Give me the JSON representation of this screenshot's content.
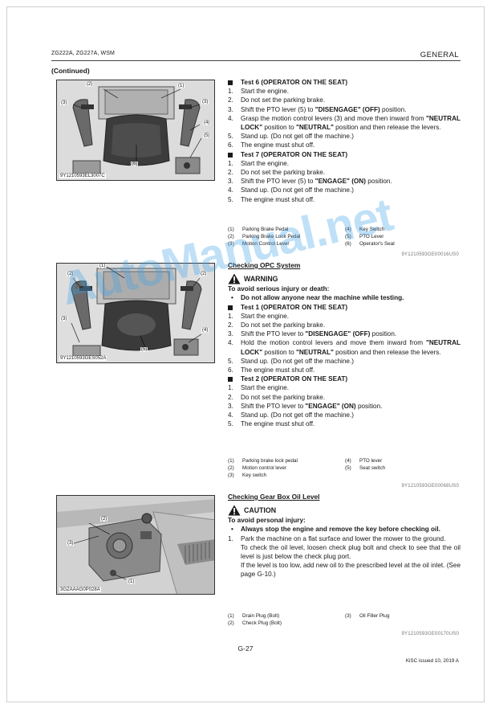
{
  "header": {
    "models": "ZG222A, ZG227A, WSM",
    "section": "GENERAL"
  },
  "continued": "(Continued)",
  "figures": [
    {
      "code": "9Y1210593EL3007C",
      "callouts": [
        "(2)",
        "(1)",
        "(3)",
        "(3)",
        "(4)",
        "(6)",
        "(5)"
      ]
    },
    {
      "code": "9Y1210593GES052A",
      "callouts": [
        "(1)",
        "(2)",
        "(2)",
        "(3)",
        "(4)",
        "(5)"
      ]
    },
    {
      "code": "3GZAAAG0P028A",
      "callouts": [
        "(2)",
        "(3)",
        "(1)"
      ]
    }
  ],
  "block1": {
    "test6": {
      "title": "Test 6 (OPERATOR ON THE SEAT)",
      "steps": [
        {
          "n": "1.",
          "pre": "Start the engine.",
          "b1": "",
          "mid": "",
          "b2": "",
          "post": ""
        },
        {
          "n": "2.",
          "pre": "Do not set the parking brake.",
          "b1": "",
          "mid": "",
          "b2": "",
          "post": ""
        },
        {
          "n": "3.",
          "pre": "Shift the PTO lever (5) to ",
          "b1": "\"DISENGAGE\" (OFF)",
          "mid": " position.",
          "b2": "",
          "post": ""
        },
        {
          "n": "4.",
          "pre": "Grasp the motion control levers (3) and move then inward from ",
          "b1": "\"NEUTRAL LOCK\"",
          "mid": " position to ",
          "b2": "\"NEUTRAL\"",
          "post": " position and then release the levers."
        },
        {
          "n": "5.",
          "pre": "Stand up. (Do not get off the machine.)",
          "b1": "",
          "mid": "",
          "b2": "",
          "post": ""
        },
        {
          "n": "6.",
          "pre": "The engine must shut off.",
          "b1": "",
          "mid": "",
          "b2": "",
          "post": ""
        }
      ]
    },
    "test7": {
      "title": "Test 7 (OPERATOR ON THE SEAT)",
      "steps": [
        {
          "n": "1.",
          "pre": "Start the engine.",
          "b1": "",
          "mid": ""
        },
        {
          "n": "2.",
          "pre": "Do not set the parking brake.",
          "b1": "",
          "mid": ""
        },
        {
          "n": "3.",
          "pre": "Shift the PTO lever (5) to ",
          "b1": "\"ENGAGE\" (ON)",
          "mid": " position."
        },
        {
          "n": "4.",
          "pre": "Stand up. (Do not get off the machine.)",
          "b1": "",
          "mid": ""
        },
        {
          "n": "5.",
          "pre": "The engine must shut off.",
          "b1": "",
          "mid": ""
        }
      ]
    },
    "legend": [
      [
        "(1)",
        "Parking Brake Pedal",
        "(4)",
        "Key Switch"
      ],
      [
        "(2)",
        "Parking Brake Lock Pedal",
        "(5)",
        "PTO Lever"
      ],
      [
        "(3)",
        "Motion Control Lever",
        "(6)",
        "Operator's Seat"
      ]
    ],
    "ref": "9Y1210593GE00016US0"
  },
  "block2": {
    "title": "Checking OPC System",
    "warning": "WARNING",
    "avoid": "To avoid serious injury or death:",
    "bullet": "Do not allow anyone near the machine while testing.",
    "test1": {
      "title": "Test 1 (OPERATOR ON THE SEAT)",
      "steps": [
        {
          "n": "1.",
          "pre": "Start the engine.",
          "b1": "",
          "mid": "",
          "b2": "",
          "post": ""
        },
        {
          "n": "2.",
          "pre": "Do not set the parking brake.",
          "b1": "",
          "mid": "",
          "b2": "",
          "post": ""
        },
        {
          "n": "3.",
          "pre": "Shift the PTO lever to ",
          "b1": "\"DISENGAGE\" (OFF)",
          "mid": " position.",
          "b2": "",
          "post": ""
        },
        {
          "n": "4.",
          "pre": "Hold the motion control levers and move them inward from ",
          "b1": "\"NEUTRAL LOCK\"",
          "mid": " position to ",
          "b2": "\"NEUTRAL\"",
          "post": " position and then release the levers."
        },
        {
          "n": "5.",
          "pre": "Stand up. (Do not get off the machine.)",
          "b1": "",
          "mid": "",
          "b2": "",
          "post": ""
        },
        {
          "n": "6.",
          "pre": "The engine must shut off.",
          "b1": "",
          "mid": "",
          "b2": "",
          "post": ""
        }
      ]
    },
    "test2": {
      "title": "Test 2 (OPERATOR ON THE SEAT)",
      "steps": [
        {
          "n": "1.",
          "pre": "Start the engine.",
          "b1": "",
          "mid": ""
        },
        {
          "n": "2.",
          "pre": "Do not set the parking brake.",
          "b1": "",
          "mid": ""
        },
        {
          "n": "3.",
          "pre": "Shift the PTO lever to ",
          "b1": "\"ENGAGE\" (ON)",
          "mid": " position."
        },
        {
          "n": "4.",
          "pre": "Stand up. (Do not get off the machine.)",
          "b1": "",
          "mid": ""
        },
        {
          "n": "5.",
          "pre": "The engine must shut off.",
          "b1": "",
          "mid": ""
        }
      ]
    },
    "legend": [
      [
        "(1)",
        "Parking brake lock pedal",
        "(4)",
        "PTO lever"
      ],
      [
        "(2)",
        "Motion control lever",
        "(5)",
        "Seat switch"
      ],
      [
        "(3)",
        "Key switch",
        "",
        ""
      ]
    ],
    "ref": "9Y1210593GE00068US0"
  },
  "block3": {
    "title": "Checking Gear Box Oil Level",
    "caution": "CAUTION",
    "avoid": "To avoid personal injury:",
    "bullet": "Always stop the engine and remove the key before checking oil.",
    "step_n": "1.",
    "lines": [
      "Park the machine on a flat surface and lower the mower to the ground.",
      "To check the oil level, loosen check plug bolt and check to see that the oil level is just below the check plug port.",
      "If the level is too low, add new oil to the prescribed level at the oil inlet. (See page G-10.)"
    ],
    "legend": [
      [
        "(1)",
        "Drain Plug (Bolt)",
        "(3)",
        "Oil Filler Plug"
      ],
      [
        "(2)",
        "Check Plug (Bolt)",
        "",
        ""
      ]
    ],
    "ref": "9Y1210593GE00170US0"
  },
  "footer": {
    "page": "G-27",
    "issue": "KiSC issued 10, 2019 A"
  },
  "watermark": "AutoManual.net",
  "colors": {
    "watermark": "#3ca0e6",
    "text": "#1a1a1a",
    "rule": "#444444"
  }
}
